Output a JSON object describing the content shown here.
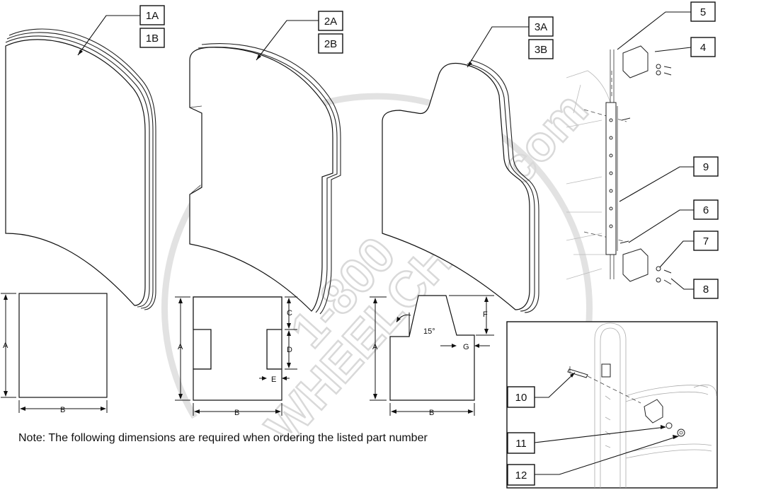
{
  "watermark": {
    "line1": "1-800",
    "line2": "WHEELCHAIR.com"
  },
  "callouts": {
    "c1A": "1A",
    "c1B": "1B",
    "c2A": "2A",
    "c2B": "2B",
    "c3A": "3A",
    "c3B": "3B",
    "c4": "4",
    "c5": "5",
    "c6": "6",
    "c7": "7",
    "c8": "8",
    "c9": "9",
    "c10": "10",
    "c11": "11",
    "c12": "12"
  },
  "dimensions": {
    "shape1": {
      "height": "A",
      "width": "B"
    },
    "shape2": {
      "height": "A",
      "width": "B",
      "top": "C",
      "notch_height": "D",
      "notch_depth": "E"
    },
    "shape3": {
      "height": "A",
      "width": "B",
      "raise": "F",
      "step": "G",
      "angle": "15°"
    }
  },
  "note": "Note: The following dimensions are required when ordering the listed part number",
  "colors": {
    "line": "#111111",
    "watermark": "#d9d9d9",
    "background": "#ffffff"
  }
}
